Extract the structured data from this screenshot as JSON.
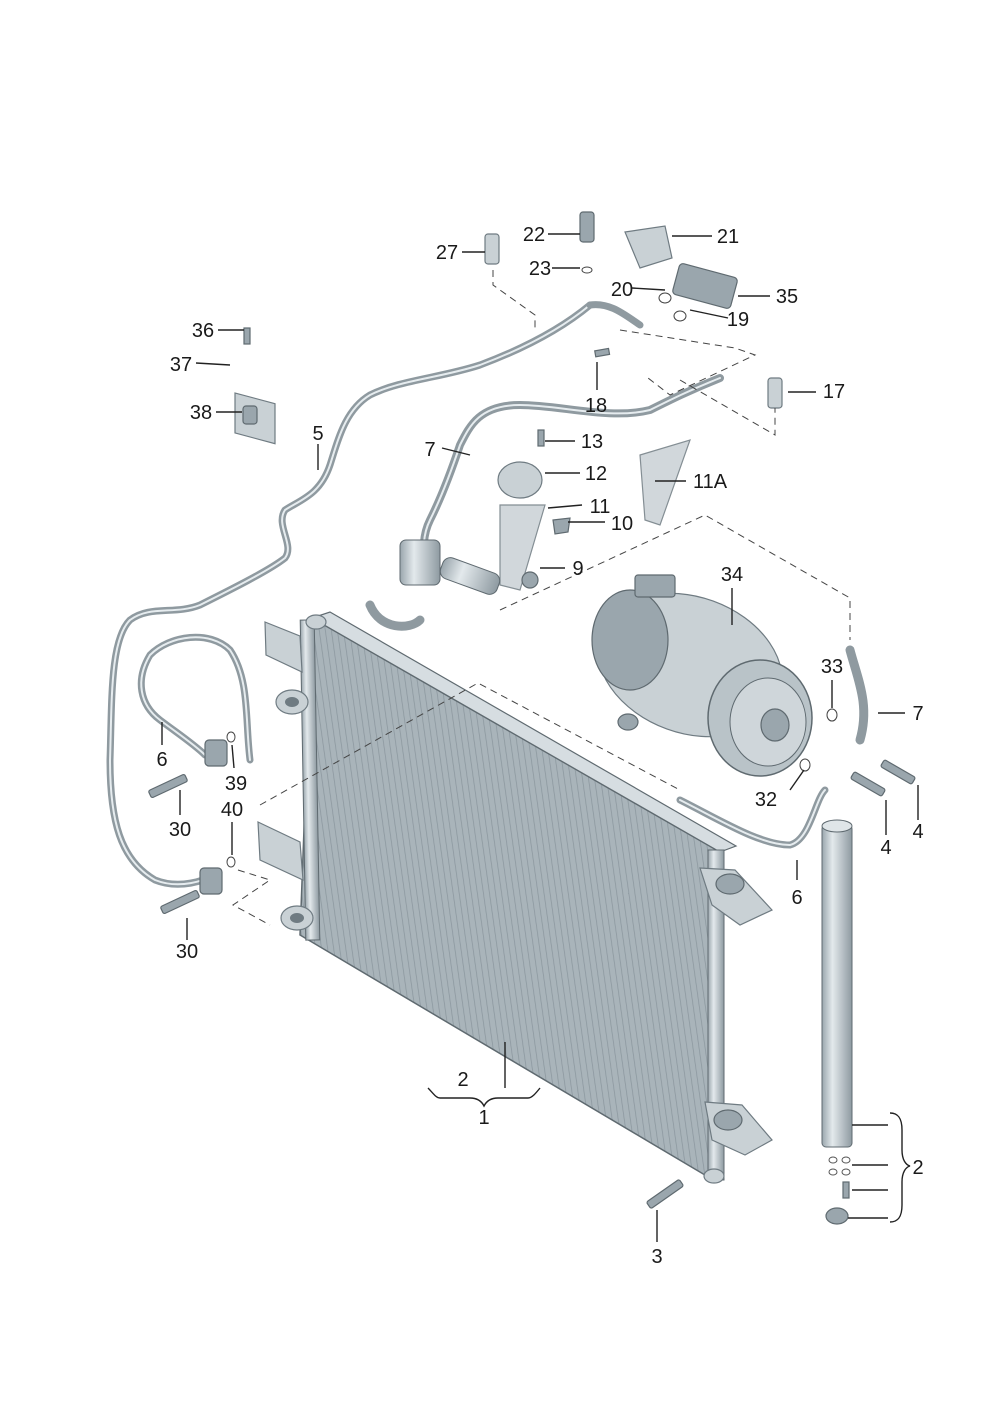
{
  "labels": [
    {
      "id": "1",
      "text": "1"
    },
    {
      "id": "2a",
      "text": "2"
    },
    {
      "id": "2b",
      "text": "2"
    },
    {
      "id": "3",
      "text": "3"
    },
    {
      "id": "4a",
      "text": "4"
    },
    {
      "id": "4b",
      "text": "4"
    },
    {
      "id": "5",
      "text": "5"
    },
    {
      "id": "6a",
      "text": "6"
    },
    {
      "id": "6b",
      "text": "6"
    },
    {
      "id": "7a",
      "text": "7"
    },
    {
      "id": "7b",
      "text": "7"
    },
    {
      "id": "9",
      "text": "9"
    },
    {
      "id": "10",
      "text": "10"
    },
    {
      "id": "11",
      "text": "11"
    },
    {
      "id": "11A",
      "text": "11A"
    },
    {
      "id": "12",
      "text": "12"
    },
    {
      "id": "13",
      "text": "13"
    },
    {
      "id": "17",
      "text": "17"
    },
    {
      "id": "18",
      "text": "18"
    },
    {
      "id": "19",
      "text": "19"
    },
    {
      "id": "20",
      "text": "20"
    },
    {
      "id": "21",
      "text": "21"
    },
    {
      "id": "22",
      "text": "22"
    },
    {
      "id": "23",
      "text": "23"
    },
    {
      "id": "27",
      "text": "27"
    },
    {
      "id": "30a",
      "text": "30"
    },
    {
      "id": "30b",
      "text": "30"
    },
    {
      "id": "32",
      "text": "32"
    },
    {
      "id": "33",
      "text": "33"
    },
    {
      "id": "34",
      "text": "34"
    },
    {
      "id": "35",
      "text": "35"
    },
    {
      "id": "36",
      "text": "36"
    },
    {
      "id": "37",
      "text": "37"
    },
    {
      "id": "38",
      "text": "38"
    },
    {
      "id": "39",
      "text": "39"
    },
    {
      "id": "40",
      "text": "40"
    }
  ],
  "colors": {
    "part_light": "#c9d1d5",
    "part_dark": "#9aa6ad",
    "outline": "#6f7b82",
    "text": "#1a1a1a"
  }
}
